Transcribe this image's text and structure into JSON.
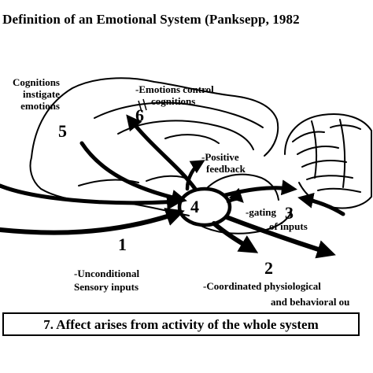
{
  "title": "l Definition of an Emotional System (Panksepp, 1982",
  "labels": {
    "cognitions_instigate": [
      "Cognitions",
      "instigate",
      "emotions"
    ],
    "emotions_control": [
      "-Emotions control",
      "cognitions"
    ],
    "positive_feedback": [
      "-Positive",
      "feedback"
    ],
    "gating": [
      "-gating",
      "of inputs"
    ],
    "unconditional": [
      "-Unconditional",
      "Sensory inputs"
    ],
    "coordinated": [
      "-Coordinated physiological",
      "and behavioral ou"
    ]
  },
  "numbers": {
    "n1": "1",
    "n2": "2",
    "n3": "3",
    "n4": "4",
    "n5": "5",
    "n6": "6"
  },
  "summary": "7. Affect arises from activity of the whole system"
}
